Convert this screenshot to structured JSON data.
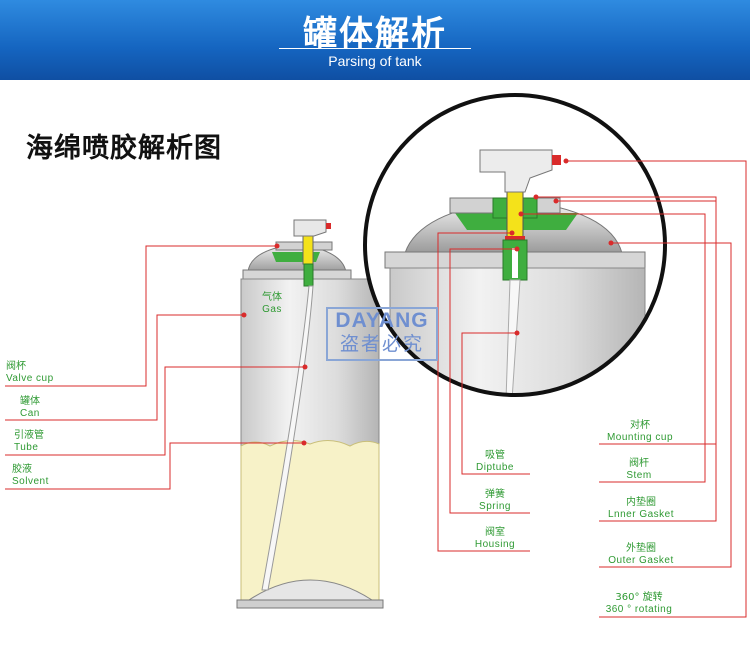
{
  "header": {
    "title": "罐体解析",
    "subtitle": "Parsing of tank"
  },
  "diagram": {
    "title": "海绵喷胶解析图",
    "watermark": {
      "brand": "DAYANG",
      "notice": "盗者必究"
    },
    "labels": {
      "gas": {
        "cn": "气体",
        "en": "Gas"
      },
      "valve_cup": {
        "cn": "阀杯",
        "en": "Valve cup"
      },
      "can": {
        "cn": "罐体",
        "en": "Can"
      },
      "tube": {
        "cn": "引液管",
        "en": "Tube"
      },
      "solvent": {
        "cn": "胶液",
        "en": "Solvent"
      },
      "diptube": {
        "cn": "吸管",
        "en": "Diptube"
      },
      "spring": {
        "cn": "弹簧",
        "en": "Spring"
      },
      "housing": {
        "cn": "阀室",
        "en": "Housing"
      },
      "mounting_cup": {
        "cn": "对杯",
        "en": "Mounting cup"
      },
      "stem": {
        "cn": "阀杆",
        "en": "Stem"
      },
      "inner_gasket": {
        "cn": "内垫圈",
        "en": "Lnner Gasket"
      },
      "outer_gasket": {
        "cn": "外垫圈",
        "en": "Outer Gasket"
      },
      "rotating": {
        "cn": "360° 旋转",
        "en": "360 ° rotating"
      }
    },
    "colors": {
      "banner": "#1565c0",
      "leader_line": "#d92b2b",
      "label_text": "#2f9a33",
      "stem": "#f4e21a",
      "gasket": "#3fae3f",
      "solvent": "#f7f2c8",
      "watermark": "#6f8fd0"
    }
  }
}
